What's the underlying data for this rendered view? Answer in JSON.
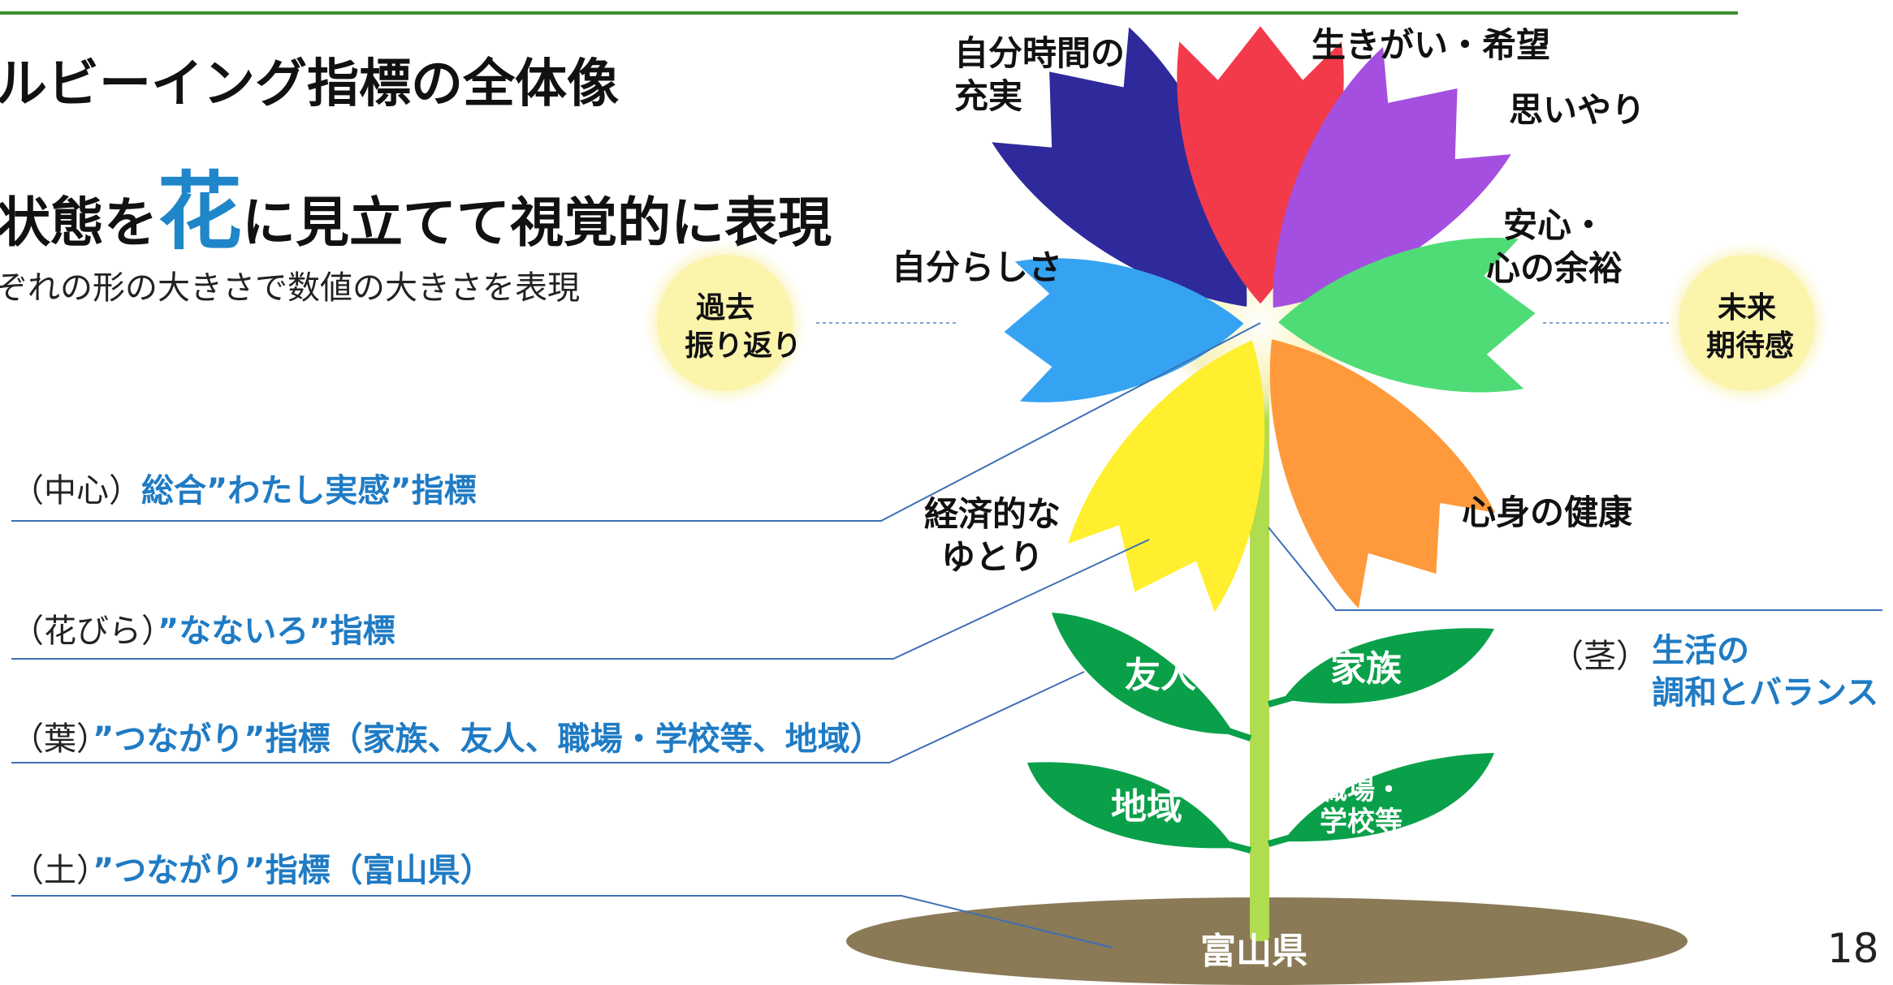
{
  "title": {
    "line1": "ルビーイング指標の全体像",
    "line2_pre": "状態を",
    "line2_flower": "花",
    "line2_post": "に見立てて視覚的に表現",
    "note": "ぞれの形の大きさで数値の大きさを表現"
  },
  "legend": [
    {
      "label": "（中心）",
      "value": "総合”わたし実感”指標"
    },
    {
      "label": "（花びら）",
      "value": "”なないろ”指標"
    },
    {
      "label": "（葉）",
      "value": "”つながり”指標（家族、友人、職場・学校等、地域）"
    },
    {
      "label": "（土）",
      "value": "”つながり”指標（富山県）"
    }
  ],
  "stem": {
    "label": "（茎）",
    "value_line1": "生活の",
    "value_line2": "調和とバランス"
  },
  "petals": [
    {
      "line1": "自分時間の",
      "line2": "充実",
      "color": "#2e2a9c"
    },
    {
      "line1": "生きがい・希望",
      "line2": "",
      "color": "#f23a4a"
    },
    {
      "line1": "思いやり",
      "line2": "",
      "color": "#a44fe0"
    },
    {
      "line1": "安心・",
      "line2": "心の余裕",
      "color": "#4fdc76"
    },
    {
      "line1": "心身の健康",
      "line2": "",
      "color": "#ff9a3c"
    },
    {
      "line1": "経済的な",
      "line2": "ゆとり",
      "color": "#ffef2e"
    },
    {
      "line1": "自分らしさ",
      "line2": "",
      "color": "#36a3f2"
    }
  ],
  "orbs": {
    "past": {
      "line1": "過去",
      "line2": "振り返り"
    },
    "future": {
      "line1": "未来",
      "line2": "期待感"
    }
  },
  "leaves": {
    "friend": "友人",
    "family": "家族",
    "region": "地域",
    "work_line1": "職場・",
    "work_line2": "学校等"
  },
  "soil": "富山県",
  "page_number": "18",
  "colors": {
    "accent_blue": "#1f7bc4",
    "leaf_green": "#0aa04a",
    "stem_green": "#b0dc50",
    "soil_brown": "#8a7a56",
    "rule_green": "#3a8f2c"
  }
}
